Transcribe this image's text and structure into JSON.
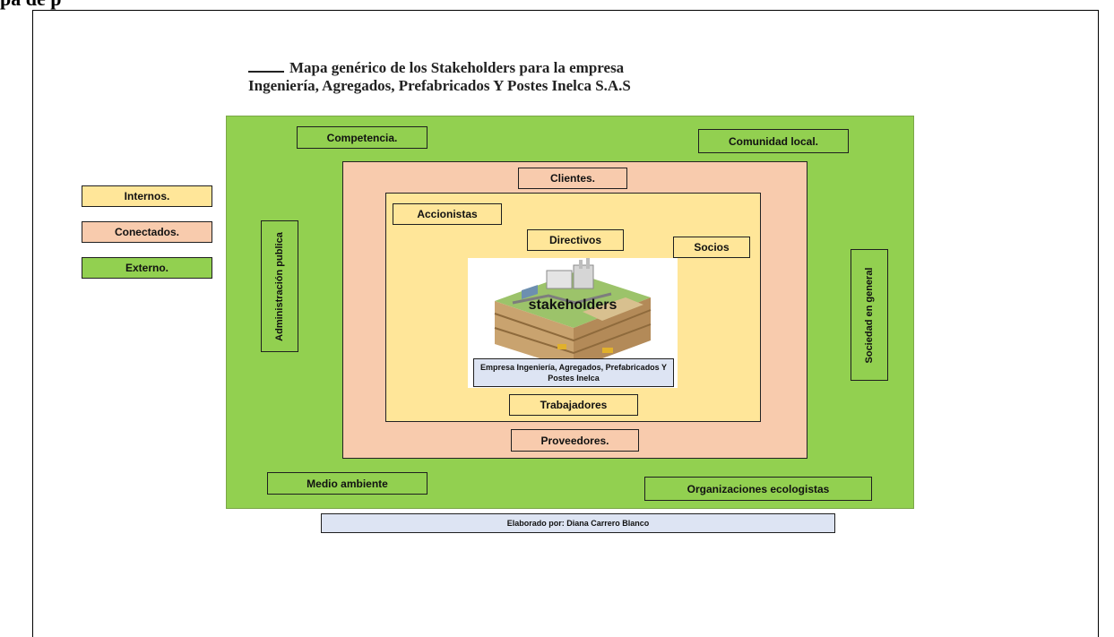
{
  "page_heading": "pa  de  p",
  "title": {
    "line1": "Mapa genérico de los Stakeholders para la empresa",
    "line2": "Ingeniería, Agregados, Prefabricados Y Postes Inelca S.A.S"
  },
  "legend": {
    "internos": "Internos.",
    "conectados": "Conectados.",
    "externo": "Externo."
  },
  "outer_ring": {
    "competencia": "Competencia.",
    "comunidad_local": "Comunidad local.",
    "administracion_publica": "Administración  publica",
    "sociedad_en_general": "Sociedad en general",
    "medio_ambiente": "Medio ambiente",
    "organizaciones_ecologistas": "Organizaciones ecologistas"
  },
  "middle_ring": {
    "clientes": "Clientes.",
    "proveedores": "Proveedores."
  },
  "inner_ring": {
    "accionistas": "Accionistas",
    "directivos": "Directivos",
    "socios": "Socios",
    "trabajadores": "Trabajadores"
  },
  "center": {
    "stakeholders": "stakeholders",
    "company": "Empresa Ingeniería, Agregados, Prefabricados Y Postes Inelca"
  },
  "footer": "Elaborado por: Diana Carrero Blanco",
  "colors": {
    "externo": "#92d050",
    "conectados": "#f8cbad",
    "internos": "#ffe699",
    "footer_bg": "#dde4f3"
  }
}
